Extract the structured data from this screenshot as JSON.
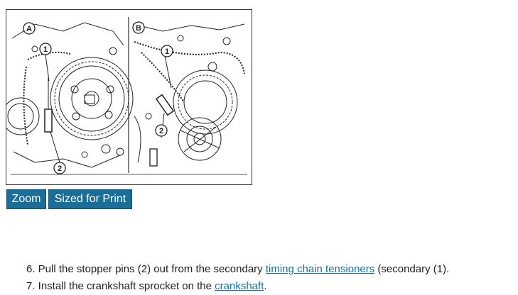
{
  "figure": {
    "panel_a_label": "A",
    "panel_b_label": "B",
    "callout_1": "1",
    "callout_2": "2"
  },
  "buttons": {
    "zoom": "Zoom",
    "print": "Sized for Print"
  },
  "steps": [
    {
      "prefix": "6. Pull the stopper pins (2) out from the secondary ",
      "link": "timing chain tensioners",
      "suffix": " (secondary (1)."
    },
    {
      "prefix": "7. Install the crankshaft sprocket on the ",
      "link": "crankshaft",
      "suffix": "."
    }
  ],
  "colors": {
    "button_bg": "#1c6e99",
    "link": "#1c6e99"
  }
}
